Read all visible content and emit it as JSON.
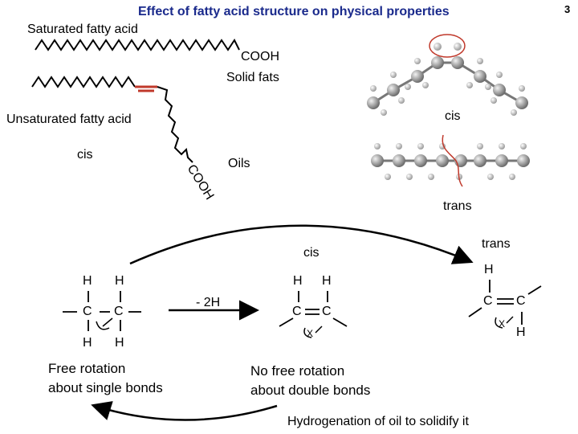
{
  "title": "Effect of fatty acid structure on physical properties",
  "page_number": "3",
  "labels": {
    "saturated": "Saturated fatty acid",
    "cooh_top": "COOH",
    "solid_fats": "Solid fats",
    "unsaturated": "Unsaturated fatty acid",
    "cis_left": "cis",
    "cooh_bent": "COOH",
    "oils": "Oils",
    "cis_right": "cis",
    "trans_right": "trans",
    "cis_mid": "cis",
    "trans_lower": "trans",
    "minus_2h": "- 2H",
    "free_rotation": "Free rotation\nabout single bonds",
    "no_free_rotation": "No free rotation\nabout double bonds",
    "hydrogenation": "Hydrogenation of oil to solidify it"
  },
  "atoms": {
    "H": "H",
    "C": "C",
    "X": "X"
  },
  "colors": {
    "title": "#1a2a8c",
    "highlight": "#c0392b",
    "atom_gray": "#8a8a8a"
  }
}
